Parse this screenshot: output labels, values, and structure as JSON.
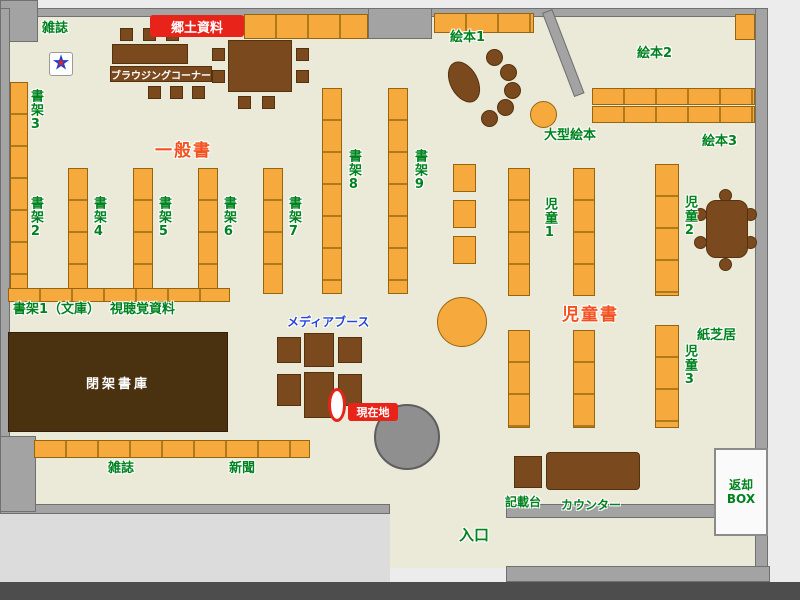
{
  "colors": {
    "floor": "#ebead8",
    "wall": "#a3a3a3",
    "shelf_orange": "#f6aa3e",
    "furniture_brown": "#7a4a1e",
    "closed_stack_brown": "#4a3110",
    "label_green": "#00821e",
    "label_red": "#e8231a",
    "area_orange_red": "#f4511e",
    "media_blue": "#2346d8"
  },
  "labels": {
    "magazine_top": "雑誌",
    "local_materials": "郷土資料",
    "browsing_corner": "ブラウジングコーナー",
    "shelf2": "書架2",
    "shelf3": "書架3",
    "general_books": "一般書",
    "shelf4": "書架4",
    "shelf5": "書架5",
    "shelf6": "書架6",
    "shelf7": "書架7",
    "shelf8": "書架8",
    "shelf9": "書架9",
    "picture_book1": "絵本1",
    "picture_book2": "絵本2",
    "picture_book3": "絵本3",
    "large_picture_book": "大型絵本",
    "children1": "児童1",
    "children2": "児童2",
    "children3": "児童3",
    "children_books": "児童書",
    "kamishibai": "紙芝居",
    "shelf1_bunko": "書架1（文庫）",
    "audio_visual": "視聴覚資料",
    "media_booth": "メディアブース",
    "current_location": "現在地",
    "closed_stacks": "閉架書庫",
    "magazine_bottom": "雑誌",
    "newspaper": "新聞",
    "writing_desk": "記載台",
    "counter": "カウンター",
    "return_box_line1": "返却",
    "return_box_line2": "BOX",
    "entrance": "入口"
  }
}
